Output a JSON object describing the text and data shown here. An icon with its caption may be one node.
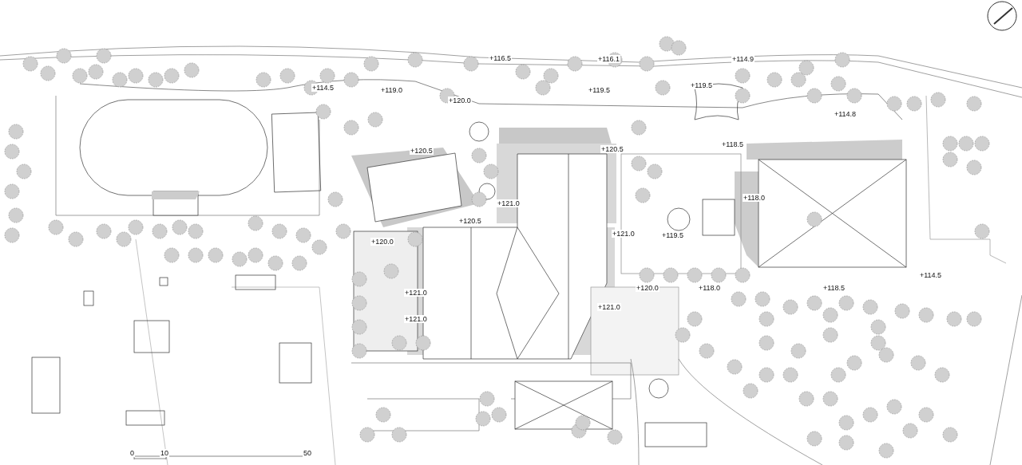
{
  "diagram": {
    "labels": [
      "+116.5",
      "+116.1",
      "+114.9",
      "+119.5",
      "+119.0",
      "+120.0",
      "+119.5",
      "+114.5",
      "+114.8",
      "+120.5",
      "+120.5",
      "+118.5",
      "+121.0",
      "+118.0",
      "+120.5",
      "+121.0",
      "+120.0",
      "+119.5",
      "+114.5",
      "+120.0",
      "+118.0",
      "+118.5",
      "+121.0",
      "+121.0",
      "+121.0",
      "0",
      "10",
      "50"
    ]
  }
}
